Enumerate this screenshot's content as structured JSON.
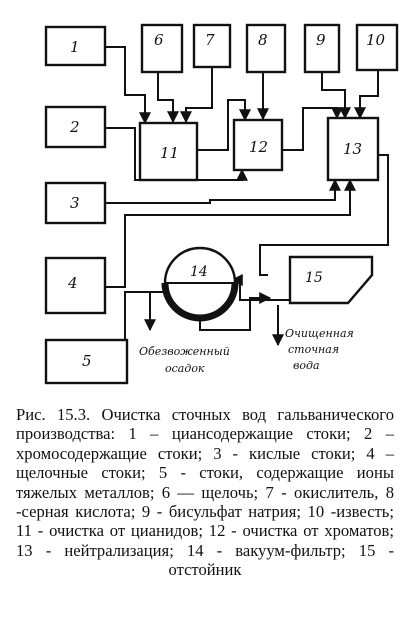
{
  "diagram": {
    "blocks": [
      {
        "id": "b1",
        "label": "1"
      },
      {
        "id": "b2",
        "label": "2"
      },
      {
        "id": "b3",
        "label": "3"
      },
      {
        "id": "b4",
        "label": "4"
      },
      {
        "id": "b5",
        "label": "5"
      },
      {
        "id": "b6",
        "label": "6"
      },
      {
        "id": "b7",
        "label": "7"
      },
      {
        "id": "b8",
        "label": "8"
      },
      {
        "id": "b9",
        "label": "9"
      },
      {
        "id": "b10",
        "label": "10"
      },
      {
        "id": "b11",
        "label": "11"
      },
      {
        "id": "b12",
        "label": "12"
      },
      {
        "id": "b13",
        "label": "13"
      },
      {
        "id": "b14",
        "label": "14"
      },
      {
        "id": "b15",
        "label": "15"
      }
    ],
    "output_sludge_line1": "Обезвоженный",
    "output_sludge_line2": "осадок",
    "output_water_line1": "Очищенная",
    "output_water_line2": "сточная",
    "output_water_line3": "вода"
  },
  "caption": "Рис. 15.3. Очистка сточных вод гальванического производства: 1 – циансодержащие стоки; 2 – хромосодержащие стоки; 3 - кислые стоки; 4 – щелочные стоки; 5 - стоки, содержащие ионы тяжелых металлов; 6 — щелочь; 7 - окислитель, 8 -серная кислота; 9 - бисульфат натрия; 10 -известь; 11 - очистка от цианидов; 12 - очистка от хроматов; 13 - нейтрализация; 14 - вакуум-фильтр; 15 - отстойник"
}
